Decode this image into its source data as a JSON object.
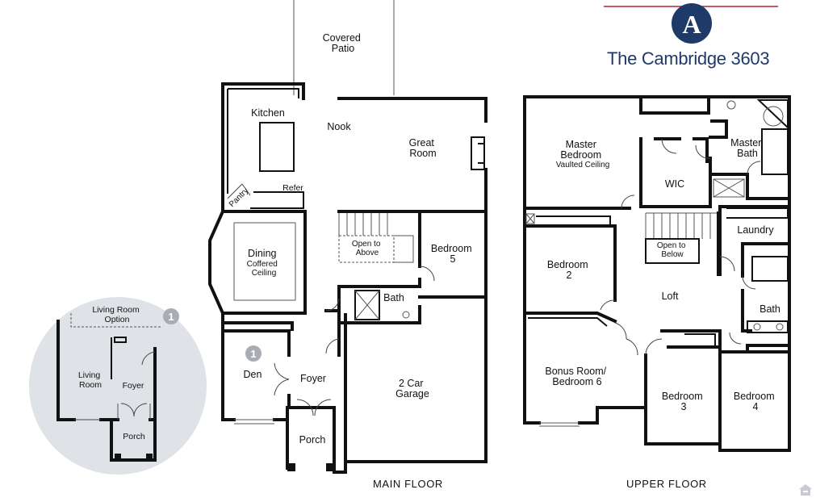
{
  "brand": {
    "logo_letter": "A",
    "title": "The Cambridge 3603",
    "colors": {
      "navy": "#1f3a68",
      "red": "#b0243a",
      "option_circle": "#dfe3e8",
      "option_badge": "#a9adb3"
    }
  },
  "floors": {
    "main": "MAIN FLOOR",
    "upper": "UPPER FLOOR"
  },
  "rooms": {
    "covered_patio": [
      "Covered",
      "Patio"
    ],
    "kitchen": "Kitchen",
    "nook": "Nook",
    "great_room": [
      "Great",
      "Room"
    ],
    "pantry": "Pantry",
    "refer": "Refer",
    "dining": [
      "Dining",
      "Coffered",
      "Ceiling"
    ],
    "open_to_above": [
      "Open to",
      "Above"
    ],
    "bedroom5": [
      "Bedroom",
      "5"
    ],
    "bath_main": "Bath",
    "den": "Den",
    "foyer": "Foyer",
    "garage": [
      "2 Car",
      "Garage"
    ],
    "porch": "Porch",
    "master_bedroom": [
      "Master",
      "Bedroom",
      "Vaulted Ceiling"
    ],
    "wic": "WIC",
    "master_bath": [
      "Master",
      "Bath"
    ],
    "laundry": "Laundry",
    "bedroom2": [
      "Bedroom",
      "2"
    ],
    "open_to_below": [
      "Open to",
      "Below"
    ],
    "loft": "Loft",
    "bath_upper": "Bath",
    "bonus": [
      "Bonus Room/",
      "Bedroom 6"
    ],
    "bedroom3": [
      "Bedroom",
      "3"
    ],
    "bedroom4": [
      "Bedroom",
      "4"
    ]
  },
  "option": {
    "badge": "1",
    "living_room_option": [
      "Living Room",
      "Option"
    ],
    "living_room": [
      "Living",
      "Room"
    ],
    "foyer": "Foyer",
    "porch": "Porch"
  }
}
